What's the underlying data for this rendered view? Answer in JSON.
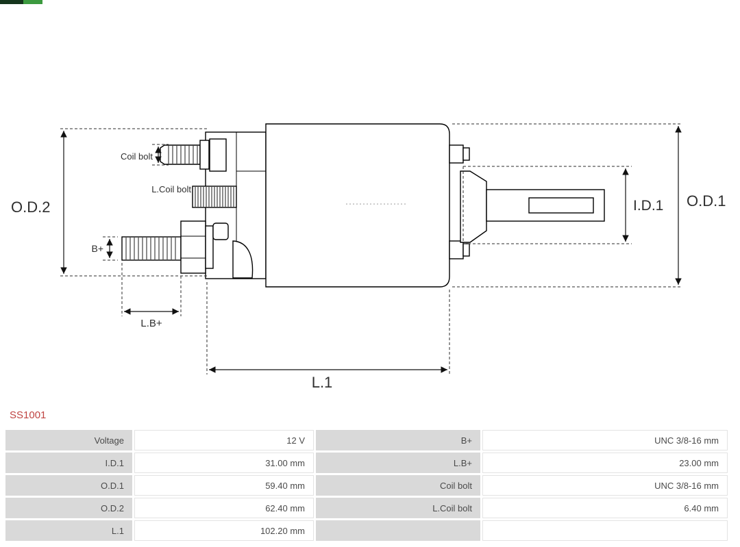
{
  "part_number": "SS1001",
  "colors": {
    "part_number_text": "#bf4341",
    "table_label_bg": "#d9d9d9",
    "table_value_bg": "#ffffff",
    "drawing_line": "#000000",
    "logo_dark": "#15351c",
    "logo_green": "#3c9a3f"
  },
  "diagram": {
    "labels": {
      "od2": "O.D.2",
      "od1": "O.D.1",
      "id1": "I.D.1",
      "l1": "L.1",
      "lb_plus": "L.B+",
      "b_plus": "B+",
      "coil_bolt": "Coil bolt",
      "l_coil_bolt": "L.Coil bolt"
    }
  },
  "table": {
    "rows": [
      [
        "Voltage",
        "12 V",
        "B+",
        "UNC 3/8-16 mm"
      ],
      [
        "I.D.1",
        "31.00 mm",
        "L.B+",
        "23.00 mm"
      ],
      [
        "O.D.1",
        "59.40 mm",
        "Coil bolt",
        "UNC 3/8-16 mm"
      ],
      [
        "O.D.2",
        "62.40 mm",
        "L.Coil bolt",
        "6.40 mm"
      ],
      [
        "L.1",
        "102.20 mm",
        "",
        ""
      ]
    ]
  }
}
